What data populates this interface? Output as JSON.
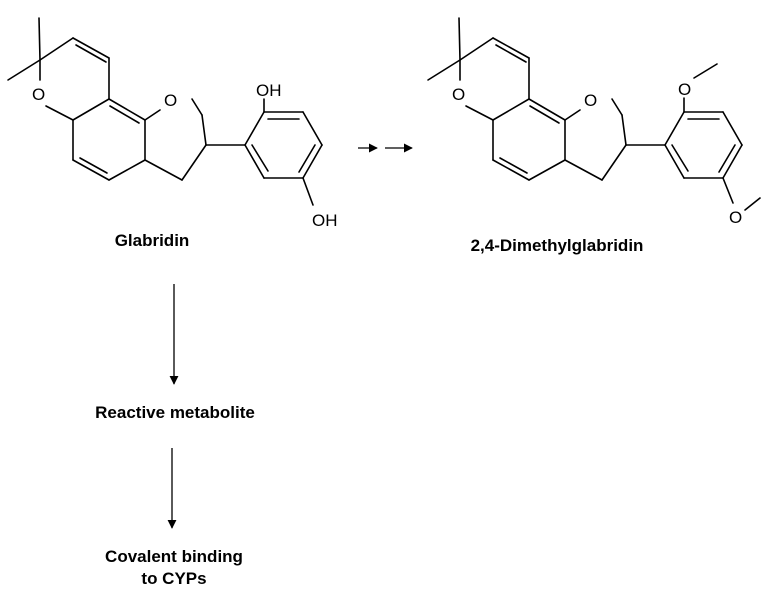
{
  "compounds": {
    "glabridin": {
      "name": "Glabridin",
      "ring_o_left": "O",
      "ring_o_middle": "O",
      "oh_top": "OH",
      "oh_bottom": "OH"
    },
    "dimethyl": {
      "name": "2,4-Dimethylglabridin",
      "ring_o_left": "O",
      "ring_o_middle": "O",
      "ome_top": "O",
      "ome_bottom": "O"
    }
  },
  "pathway": {
    "step1": "Reactive metabolite",
    "step2_line1": "Covalent binding",
    "step2_line2": "to CYPs"
  }
}
